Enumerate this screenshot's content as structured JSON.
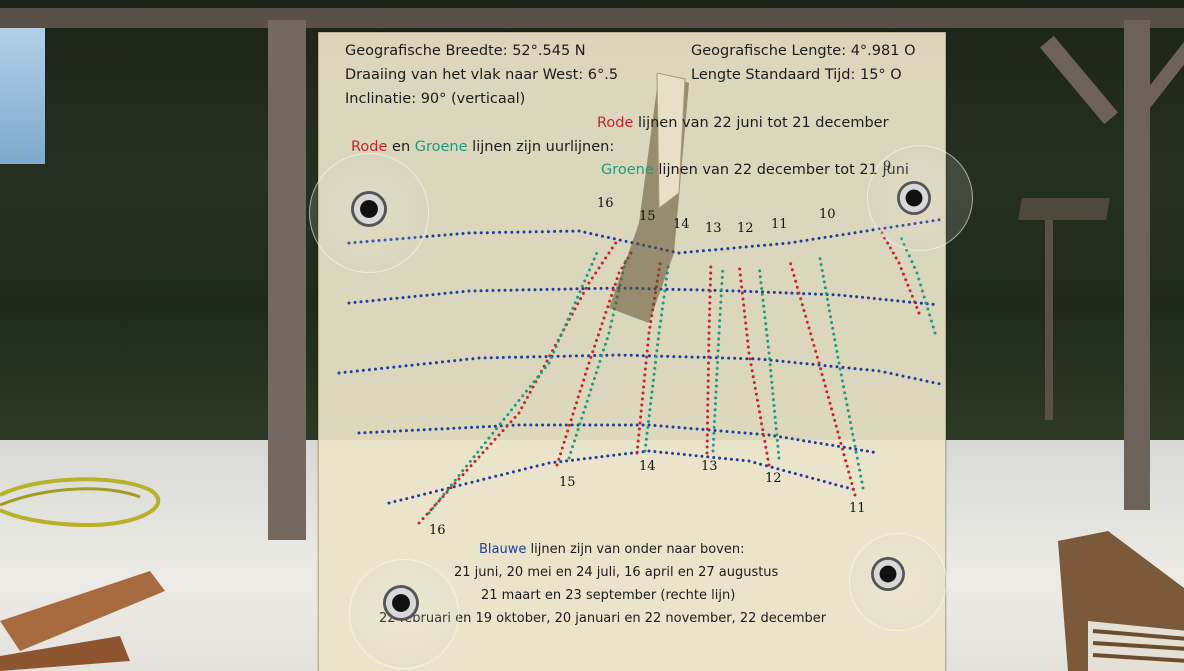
{
  "dial_text": {
    "latitude": "Geografische Breedte: 52°.545 N",
    "longitude": "Geografische Lengte: 4°.981 O",
    "rotation": "Draaiing van het vlak naar West: 6°.5",
    "standard_time": "Lengte Standaard Tijd: 15° O",
    "inclination": "Inclinatie: 90° (verticaal)",
    "red_word": "Rode",
    "red_period": " lijnen van 22 juni tot 21 december",
    "hour_lines_prefix_red": "Rode",
    "hour_lines_en": " en ",
    "hour_lines_green": "Groene",
    "hour_lines_suffix": " lijnen zijn uurlijnen:",
    "green_word": "Groene",
    "green_period": " lijnen van 22 december tot 21 juni",
    "blue_word": "Blauwe",
    "blue_rest": " lijnen zijn van onder naar boven:",
    "dates_1": "21 juni, 20 mei en 24 juli, 16 april en 27 augustus",
    "dates_2": "21 maart en 23 september (rechte lijn)",
    "dates_3": "22 februari en 19 oktober, 20 januari en 22 november, 22 december"
  },
  "top_hours": [
    "16",
    "15",
    "14",
    "13",
    "12",
    "11",
    "10",
    "9"
  ],
  "bottom_hours": [
    "16",
    "15",
    "14",
    "13",
    "12",
    "11"
  ],
  "colors": {
    "red": "#c8232b",
    "green": "#1f9b7c",
    "blue": "#1f3c9e",
    "panel": "#e9e4c8"
  }
}
